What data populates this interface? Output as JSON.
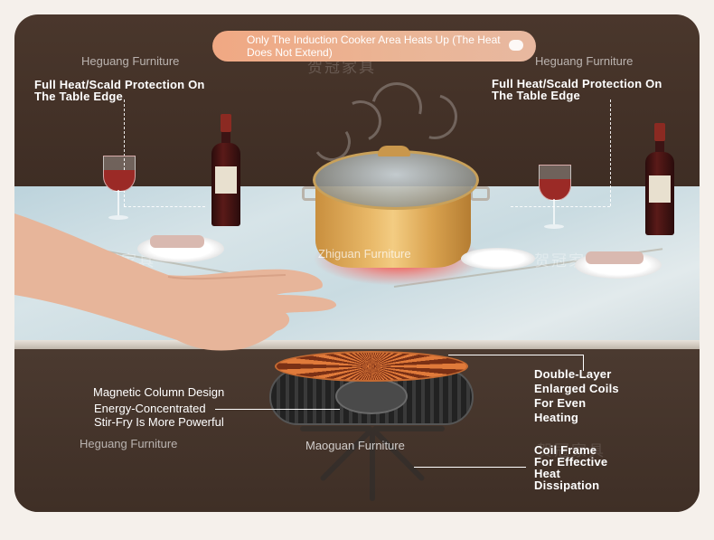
{
  "banner": {
    "text": "Only The Induction Cooker Area Heats Up (The Heat Does Not Extend)"
  },
  "watermarks": {
    "top_left": "Heguang Furniture",
    "top_right": "Heguang Furniture",
    "center": "Zhiguan Furniture",
    "bottom_left": "Heguang Furniture",
    "bottom_center": "Maoguan Furniture",
    "cjk_top": "贺冠家具",
    "cjk_left": "贺冠家具",
    "cjk_right": "贺冠家具",
    "cjk_bottom_right": "贺冠家具"
  },
  "labels": {
    "left_edge": [
      "Full Heat/Scald Protection On",
      "The Table Edge"
    ],
    "right_edge": [
      "Full Heat/Scald Protection On",
      "The Table Edge"
    ],
    "magnetic": "Magnetic Column Design",
    "energy": [
      "Energy-Concentrated",
      "Stir-Fry Is More Powerful"
    ],
    "coils": [
      "Double-Layer",
      "Enlarged Coils",
      "For Even",
      "Heating"
    ],
    "frame": [
      "Coil Frame",
      "For Effective",
      "Heat",
      "Dissipation"
    ]
  },
  "colors": {
    "background": "#f5f0eb",
    "card": "#4a372c",
    "banner": "#eab596",
    "glow": "#ff3c32"
  }
}
